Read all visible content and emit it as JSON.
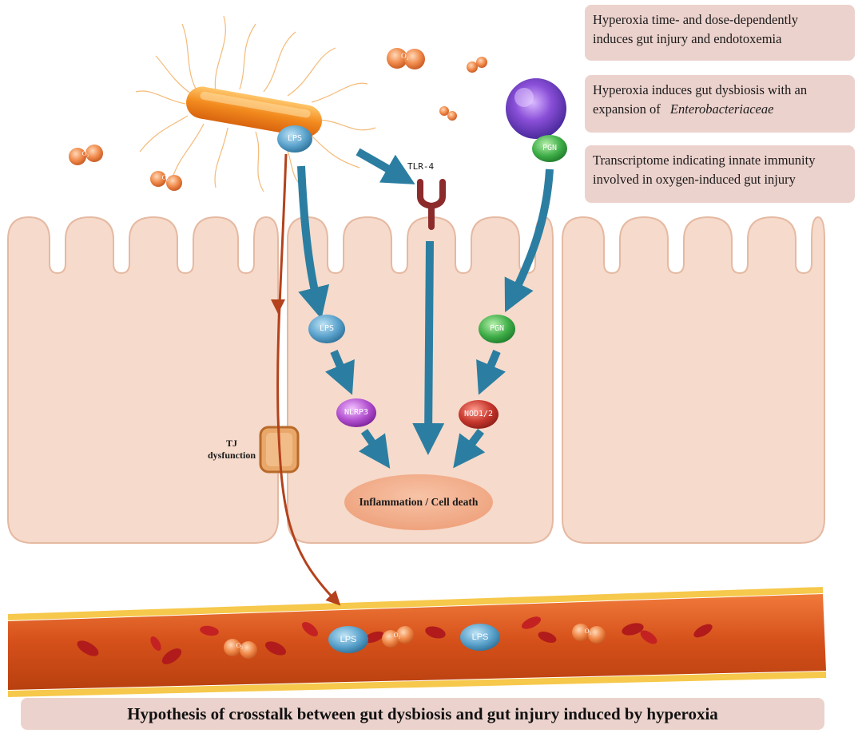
{
  "notes": {
    "time_dose_line1": "Hyperoxia time- and dose-dependently",
    "time_dose_line2": "induces gut injury and endotoxemia",
    "dysbiosis_line1": "Hyperoxia induces gut dysbiosis with an",
    "dysbiosis_line2": "expansion of",
    "dysbiosis_taxon": "Enterobacteriaceae",
    "transcriptome_line1": "Transcriptome indicating innate immunity",
    "transcriptome_line2": "involved in oxygen-induced gut injury"
  },
  "labels": {
    "lps_bacterium": "LPS",
    "pgn_immune": "PGN",
    "tlr4": "TLR-4",
    "lps_cell": "LPS",
    "pgn_cell": "PGN",
    "nlrp3": "NLRP3",
    "nod12": "NOD1/2",
    "outcome": "Inflammation / Cell death",
    "tj_line1": "TJ",
    "tj_line2": "dysfunction",
    "lps_blood_1": "LPS",
    "lps_blood_2": "LPS",
    "oxygen_symbol": "O₂"
  },
  "caption": "Hypothesis of crosstalk between gut dysbiosis and gut injury induced by hyperoxia",
  "colors": {
    "cell_fill": "#f6dacb",
    "cell_stroke": "#e5b9a2",
    "arrow_blue": "#2b7ea1",
    "arrow_red": "#b4421c",
    "lps_blue": "#5aa2cc",
    "pgn_green": "#3fae48",
    "nlrp3_purple": "#b24fcf",
    "nod_red": "#c6362c",
    "outcome_orange": "#f1a47c",
    "note_bg": "#ecd2cd",
    "vessel": "#d95a1c",
    "vessel_edge": "#f6c84b"
  }
}
